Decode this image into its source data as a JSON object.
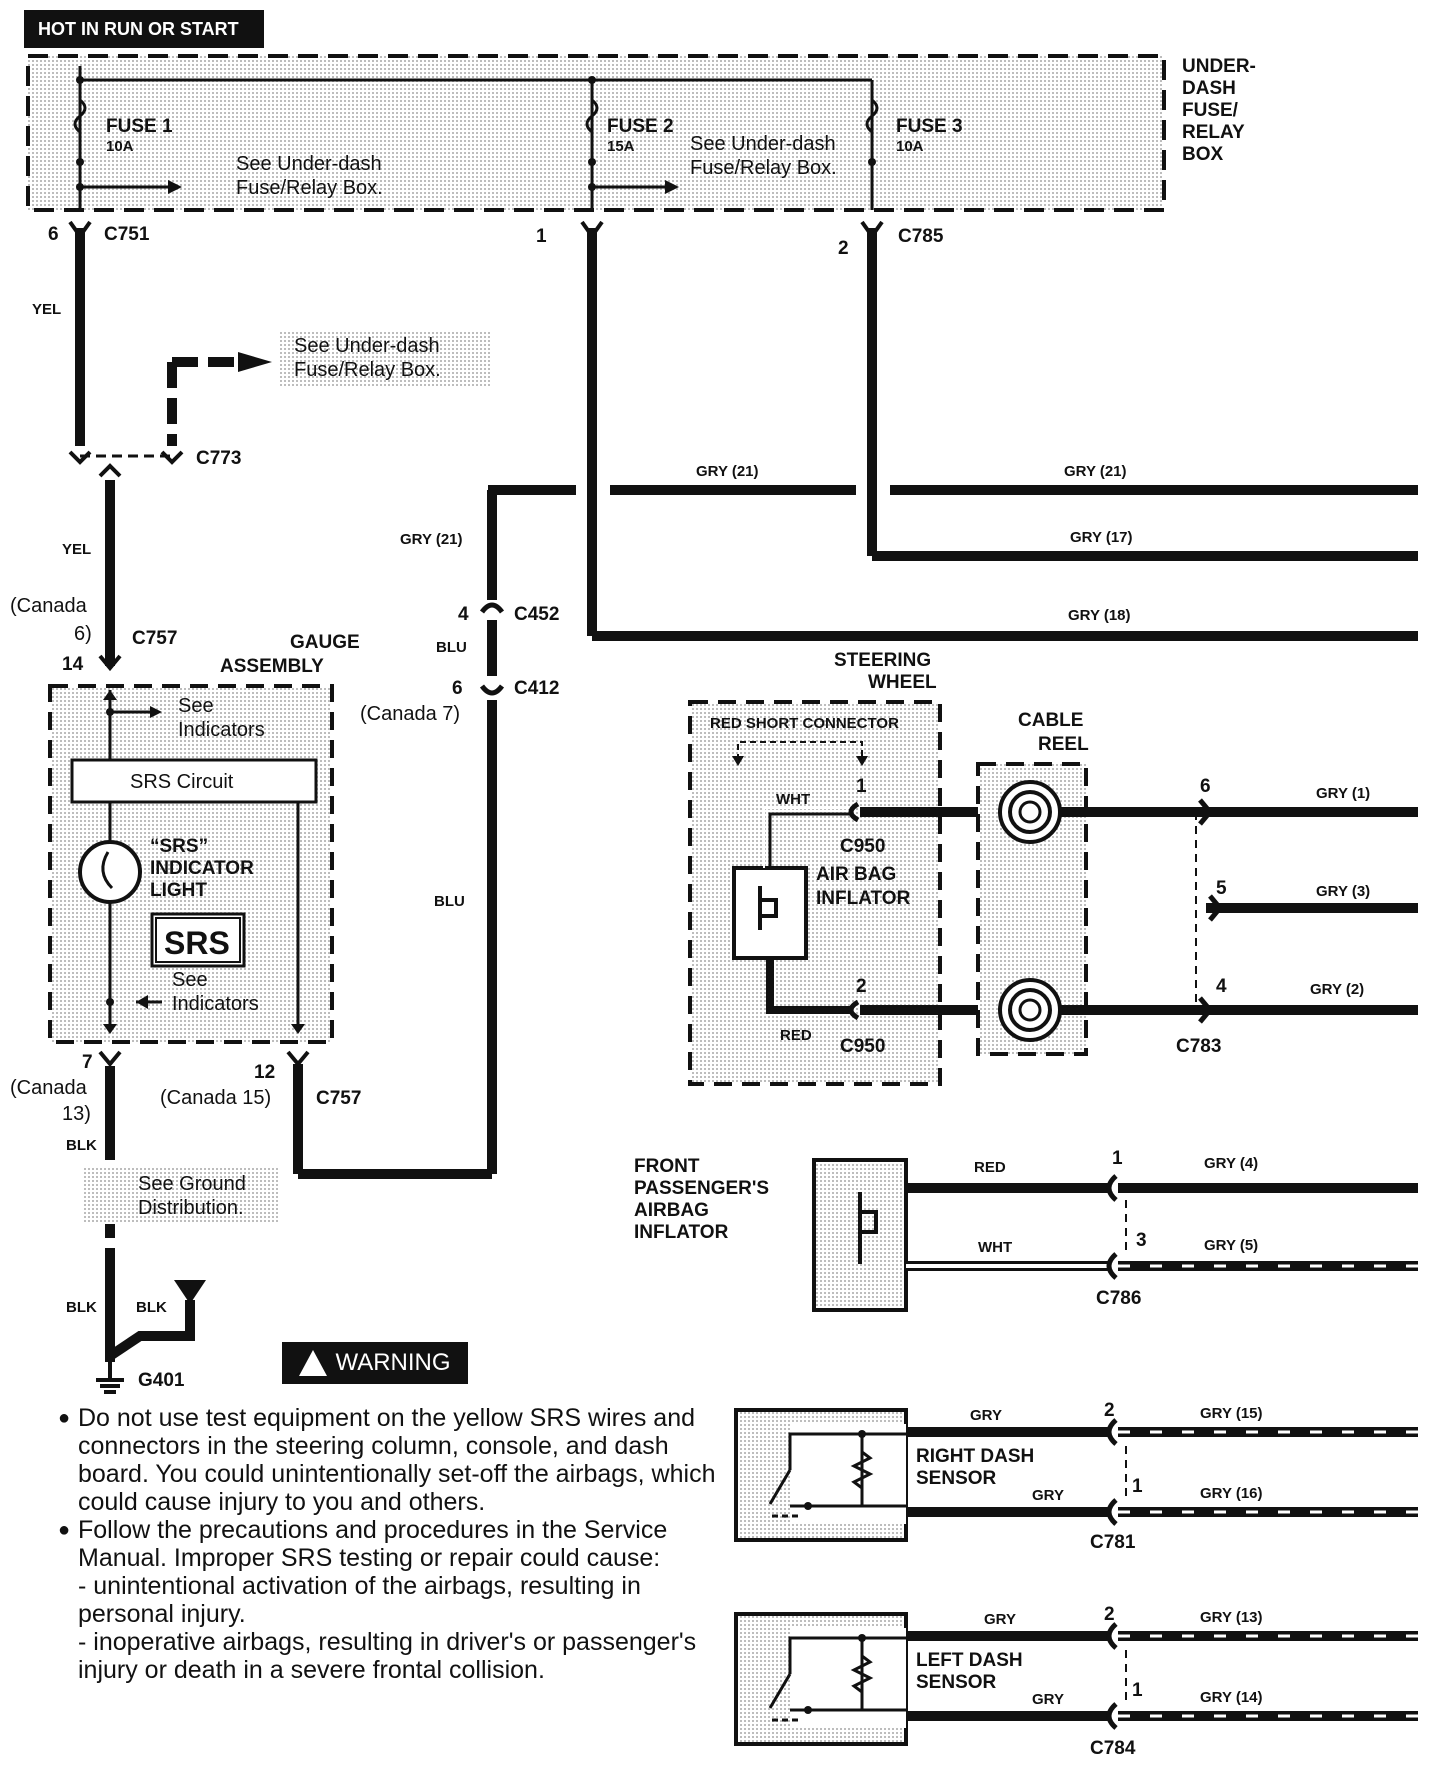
{
  "header": {
    "title": "HOT IN RUN OR START"
  },
  "fuse_box": {
    "name": "UNDER-DASH FUSE/ RELAY BOX",
    "name_lines": [
      "UNDER-",
      "DASH",
      "FUSE/",
      "RELAY",
      "BOX"
    ],
    "fuse1": {
      "name": "FUSE 1",
      "rating": "10A"
    },
    "fuse2": {
      "name": "FUSE 2",
      "rating": "15A"
    },
    "fuse3": {
      "name": "FUSE 3",
      "rating": "10A"
    },
    "note1": [
      "See Under-dash",
      "Fuse/Relay Box."
    ],
    "note2": [
      "See Under-dash",
      "Fuse/Relay Box."
    ]
  },
  "connectors": {
    "c751": "C751",
    "c751_pin": "6",
    "c785": "C785",
    "c785_pin1": "1",
    "c785_pin2": "2",
    "c773": "C773",
    "c757_top": "C757",
    "c757_pin_canada": "(Canada",
    "c757_pin_canada2": "6)",
    "c757_pin": "14",
    "c757_bot": "C757",
    "c757_pin7": "7",
    "c757_pin7_can": "(Canada",
    "c757_pin7_can2": "13)",
    "c757_pin12": "12",
    "c757_pin12_can": "(Canada 15)",
    "c452": "C452",
    "c452_pin": "4",
    "c412": "C412",
    "c412_pin": "6",
    "c412_pin_can": "(Canada 7)",
    "c950a": "C950",
    "c950a_pin": "1",
    "c950b": "C950",
    "c950b_pin": "2",
    "c783": "C783",
    "c783_p6": "6",
    "c783_p5": "5",
    "c783_p4": "4",
    "c786": "C786",
    "c786_p1": "1",
    "c786_p3": "3",
    "c781": "C781",
    "c781_p2": "2",
    "c781_p1": "1",
    "c784": "C784",
    "c784_p2": "2",
    "c784_p1": "1",
    "g401": "G401"
  },
  "wires": {
    "yel1": "YEL",
    "yel2": "YEL",
    "blu1": "BLU",
    "blu2": "BLU",
    "blk1": "BLK",
    "blk2": "BLK",
    "blk3": "BLK",
    "gry21_a": "GRY (21)",
    "gry21_b": "GRY (21)",
    "gry21_c": "GRY (21)",
    "gry17": "GRY (17)",
    "gry18": "GRY (18)",
    "gry1": "GRY (1)",
    "gry3": "GRY (3)",
    "gry2": "GRY (2)",
    "gry4": "GRY (4)",
    "gry5": "GRY (5)",
    "gry15": "GRY (15)",
    "gry16": "GRY (16)",
    "gry13": "GRY (13)",
    "gry14": "GRY (14)",
    "wht1": "WHT",
    "red1": "RED",
    "red2": "RED",
    "wht2": "WHT",
    "gry_rds1": "GRY",
    "gry_rds2": "GRY",
    "gry_lds1": "GRY",
    "gry_lds2": "GRY"
  },
  "side_note": [
    "See Under-dash",
    "Fuse/Relay Box."
  ],
  "ground_note": [
    "See Ground",
    "Distribution."
  ],
  "gauge": {
    "name": [
      "GAUGE",
      "ASSEMBLY"
    ],
    "see_ind1": [
      "See",
      "Indicators"
    ],
    "srs_circuit": "SRS Circuit",
    "light_label": [
      "“SRS”",
      "INDICATOR",
      "LIGHT"
    ],
    "srs_badge": "SRS",
    "see_ind2": [
      "See",
      "Indicators"
    ]
  },
  "steering": {
    "name": [
      "STEERING",
      "WHEEL"
    ],
    "short_connector": "RED SHORT CONNECTOR",
    "inflator": [
      "AIR BAG",
      "INFLATOR"
    ],
    "cable_reel": [
      "CABLE",
      "REEL"
    ]
  },
  "front_passenger": {
    "name": [
      "FRONT",
      "PASSENGER'S",
      "AIRBAG",
      "INFLATOR"
    ]
  },
  "right_sensor": {
    "name": [
      "RIGHT DASH",
      "SENSOR"
    ]
  },
  "left_sensor": {
    "name": [
      "LEFT DASH",
      "SENSOR"
    ]
  },
  "warning": {
    "badge": "WARNING",
    "bullet1": "Do not use test equipment on the yellow SRS wires and connectors in the steering column, console, and dash board. You could unintentionally set-off the airbags, which could cause injury to you and others.",
    "bullet2": "Follow the precautions and procedures in the Service Manual. Improper SRS testing or repair could cause:",
    "dash1": "- unintentional activation of the airbags, resulting in personal injury.",
    "dash2": "- inoperative airbags, resulting in driver's or passenger's injury or death in a severe frontal collision."
  }
}
